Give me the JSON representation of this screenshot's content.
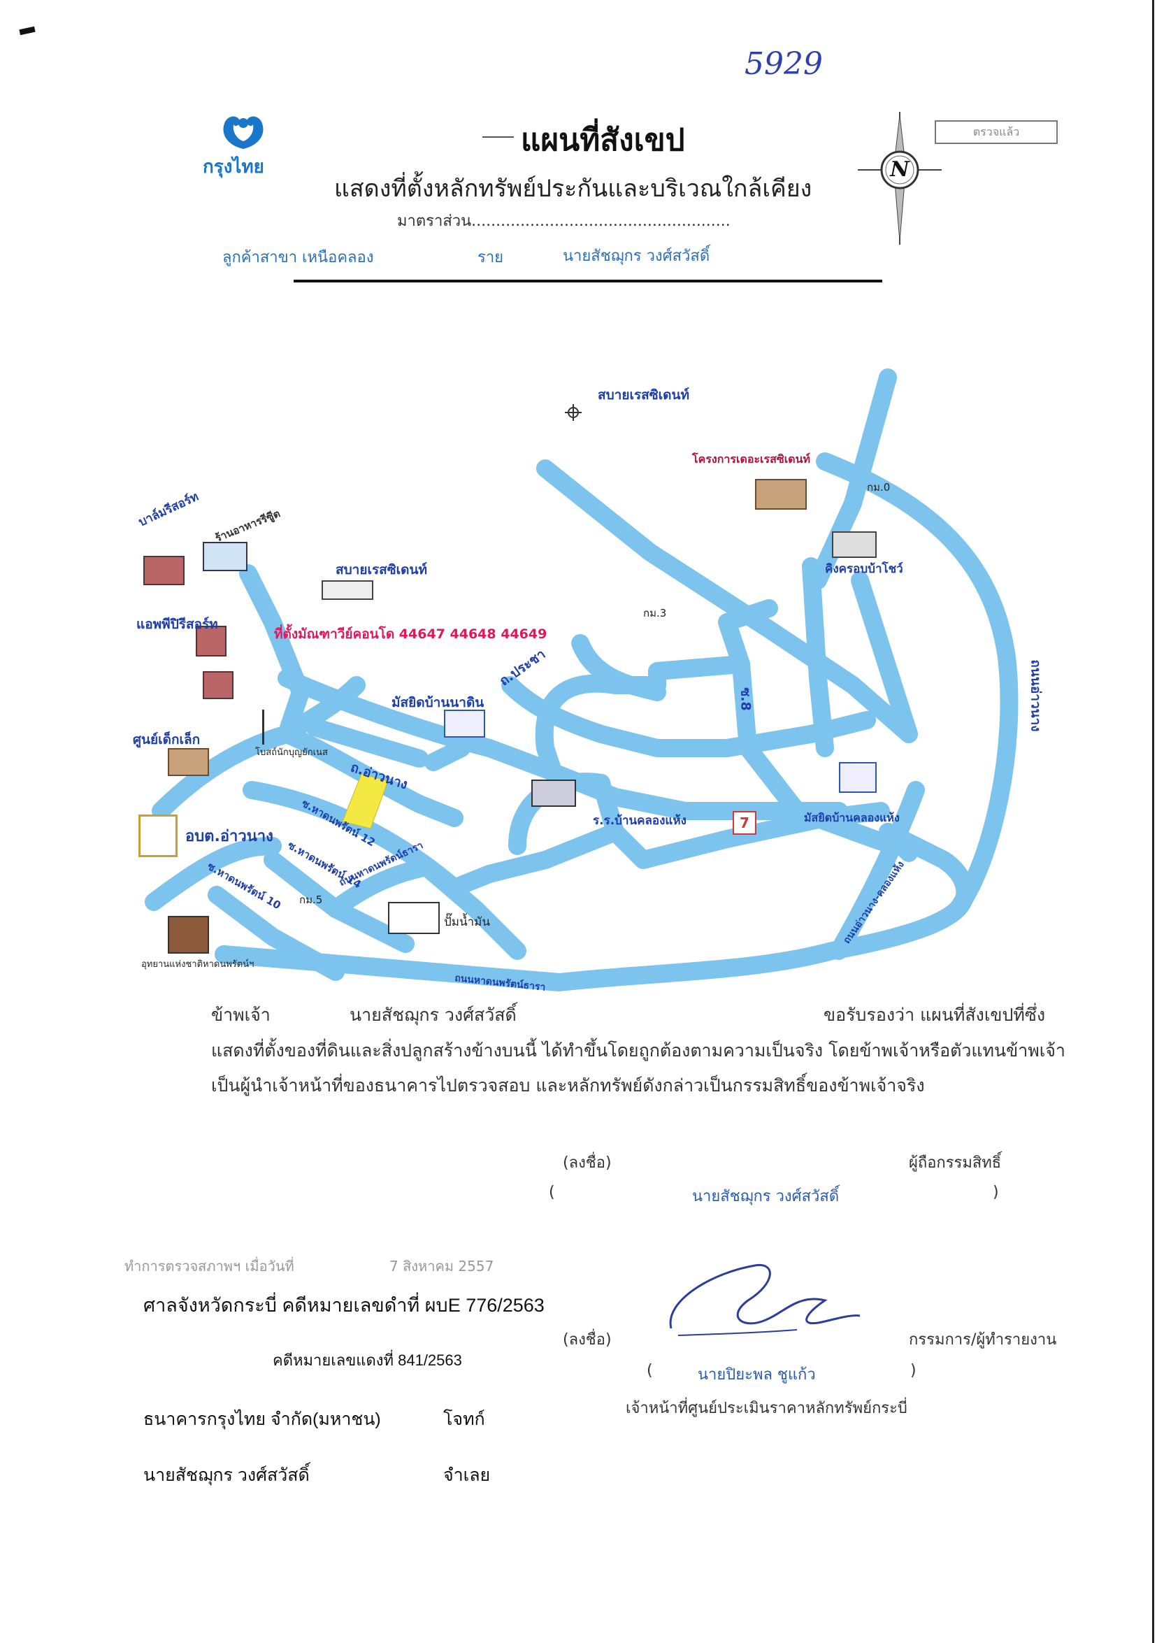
{
  "header": {
    "handwritten_number": "5929",
    "bank_logo_text": "กรุงไทย",
    "title": "แผนที่สังเขป",
    "subtitle": "แสดงที่ตั้งหลักทรัพย์ประกันและบริเวณใกล้เคียง",
    "scale_label": "มาตราส่วน.....................................................",
    "customer_branch": "ลูกค้าสาขา  เหนือคลอง",
    "customer_prefix": "ราย",
    "customer_name": "นายสัชฌุกร  วงศ์สวัสดิ์",
    "stamp_text": "ตรวจแล้ว",
    "compass_letter": "N"
  },
  "map": {
    "labels": {
      "top_sabai": "สบายเรสซิเดนท์",
      "project_resident": "โครงการเดอะเรสซิเดนท์",
      "km0": "กม.0",
      "balm_resort": "บาล์มรีสอร์ท",
      "restaurant": "ร้านอาหารรีซูีต",
      "sabai2": "สบายเรสซิเดนท์",
      "kingcrab": "คิงครอบบ้าโชว์",
      "apple_resort": "แอพพีปิรีสอร์ท",
      "km3": "กม.3",
      "site": "ที่ตั้งมัณฑาวีย์คอนโด 44647 44648 44649",
      "road_prasert": "ถ.ประชา",
      "road_8": "ซ.8",
      "right_road": "ถนนอ่าวนาง",
      "mosque1": "มัสยิดบ้านนาดิน",
      "child_center": "ศูนย์เด็กเล็ก",
      "church": "โบสถ์นักบุญยักเนส",
      "road_aonang": "ถ.อ่าวนาง",
      "school": "ร.ร.บ้านคลองแห้ง",
      "mosque2": "มัสยิดบ้านคลองแห้ง",
      "police": "อบต.อ่าวนาง",
      "soi12": "ซ.หาดนพรัตน์ 12",
      "soi14": "ซ.หาดนพรัตน์ 14",
      "soi10": "ซ.หาดนพรัตน์ 10",
      "main_road": "ถนนหาดนพรัตน์ธารา",
      "km5": "กม.5",
      "gas": "ปั๊มน้ำมัน",
      "diagonal_road": "ถนนอ่าวนาง-คลองแห้ง",
      "park": "อุทยานแห่งชาติหาดนพรัตน์ฯ",
      "bottom_road": "ถนนหาดนพรัตน์ธารา",
      "seven": "7"
    }
  },
  "certification": {
    "line1_prefix": "ข้าพเจ้า",
    "line1_name": "นายสัชฌุกร  วงศ์สวัสดิ์",
    "line1_suffix": "ขอรับรองว่า  แผนที่สังเขปที่ซึ่ง",
    "line2": "แสดงที่ตั้งของที่ดินและสิ่งปลูกสร้างข้างบนนี้  ได้ทำขึ้นโดยถูกต้องตามความเป็นจริง  โดยข้าพเจ้าหรือตัวแทนข้าพเจ้า",
    "line3": "เป็นผู้นำเจ้าหน้าที่ของธนาคารไปตรวจสอบ  และหลักทรัพย์ดังกล่าวเป็นกรรมสิทธิ์ของข้าพเจ้าจริง"
  },
  "owner_signature": {
    "sign_label": "(ลงชื่อ)",
    "role": "ผู้ถือกรรมสิทธิ์",
    "open_paren": "(",
    "name": "นายสัชฌุกร  วงศ์สวัสดิ์",
    "close_paren": ")"
  },
  "inspection": {
    "label": "ทำการตรวจสภาพฯ  เมื่อวันที่",
    "date": "7 สิงหาคม 2557"
  },
  "court": {
    "black_case": "ศาลจังหวัดกระบี่ คดีหมายเลขดำที่ ผบE 776/2563",
    "red_case": "คดีหมายเลขแดงที่ 841/2563",
    "plaintiff": "ธนาคารกรุงไทย จำกัด(มหาชน)",
    "plaintiff_role": "โจทก์",
    "defendant": "นายสัชฌุกร  วงศ์สวัสดิ์",
    "defendant_role": "จำเลย"
  },
  "officer_signature": {
    "sign_label": "(ลงชื่อ)",
    "role": "กรรมการ/ผู้ทำรายงาน",
    "open_paren": "(",
    "name": "นายปิยะพล  ชูแก้ว",
    "close_paren": ")",
    "position": "เจ้าหน้าที่ศูนย์ประเมินราคาหลักทรัพย์กระบี่"
  },
  "colors": {
    "road": "#7cc3ee",
    "site": "#f4e842",
    "label_blue": "#1f3fa8",
    "label_red": "#e0185a",
    "logo_blue": "#1976c8"
  }
}
